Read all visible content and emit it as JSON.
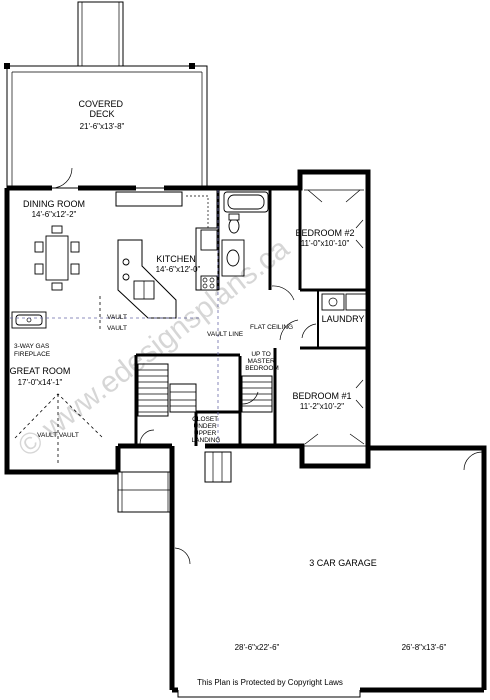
{
  "rooms": {
    "covered_deck": {
      "name": "COVERED\nDECK",
      "dims": "21'-6\"x13'-8\""
    },
    "dining_room": {
      "name": "DINING ROOM",
      "dims": "14'-6\"x12'-2\""
    },
    "kitchen": {
      "name": "KITCHEN",
      "dims": "14'-6\"x12'-0\""
    },
    "great_room": {
      "name": "GREAT ROOM",
      "dims": "17'-0\"x14'-1\""
    },
    "bedroom_2": {
      "name": "BEDROOM #2",
      "dims": "11'-0\"x10'-10\""
    },
    "bedroom_1": {
      "name": "BEDROOM #1",
      "dims": "11'-2\"x10'-2\""
    },
    "laundry": {
      "name": "LAUNDRY"
    },
    "garage": {
      "name": "3 CAR GARAGE",
      "dims_left": "28'-6\"x22'-6\"",
      "dims_right": "26'-8\"x13'-6\""
    }
  },
  "notes": {
    "vault_1": "VAULT",
    "vault_2": "VAULT",
    "vault_line": "VAULT LINE",
    "flat_ceiling": "FLAT CEILING",
    "fireplace": "3-WAY GAS\nFIREPLACE",
    "up_to_master": "UP TO\nMASTER\nBEDROOM",
    "closet": "CLOSET\nUNDER\nUPPER\nLANDING",
    "vault_vault": "VAULT VAULT"
  },
  "watermark": "© www.edesignsplans.ca",
  "footer": "This Plan is Protected by Copyright Laws"
}
